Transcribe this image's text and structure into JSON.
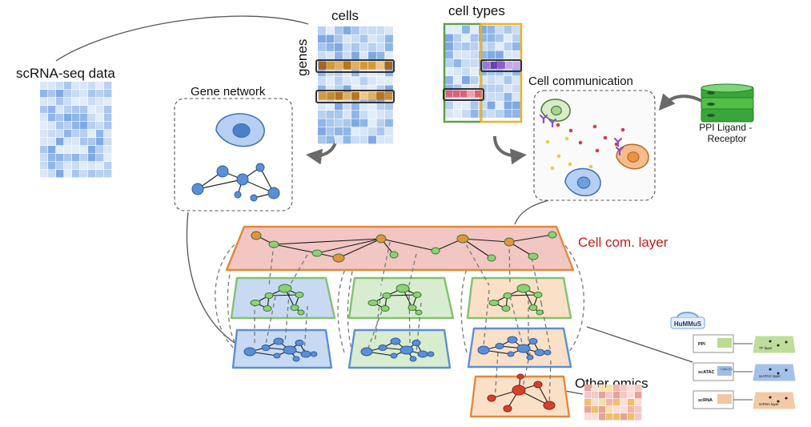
{
  "labels": {
    "scrna": "scRNA-seq data",
    "cells": "cells",
    "genes": "genes",
    "cell_types": "cell types",
    "gene_network": "Gene network",
    "cell_communication": "Cell communication",
    "ppi": "PPI Ligand -\nReceptor",
    "cell_com_layer": "Cell com. layer",
    "other_omics": "Other omics"
  },
  "hummus": {
    "logo": "HuMMuS",
    "rows": [
      {
        "left": "PPI",
        "right": "TF layer",
        "color": "#8bc34a"
      },
      {
        "left": "scATAC",
        "right": "scATAC layer",
        "color": "#5b8fd6"
      },
      {
        "left": "scRNA",
        "right": "scRNA layer",
        "color": "#e8a060"
      }
    ],
    "cellstoke": "Cells (n)"
  },
  "colors": {
    "blue_cell": "#8fb6ea",
    "blue_dark": "#4a7fc9",
    "green_stroke": "#7db86b",
    "orange_stroke": "#e08a3a",
    "red_layer": "#f2c6c3",
    "red_text": "#c0201a",
    "gray_dash": "#6e6e6e"
  }
}
